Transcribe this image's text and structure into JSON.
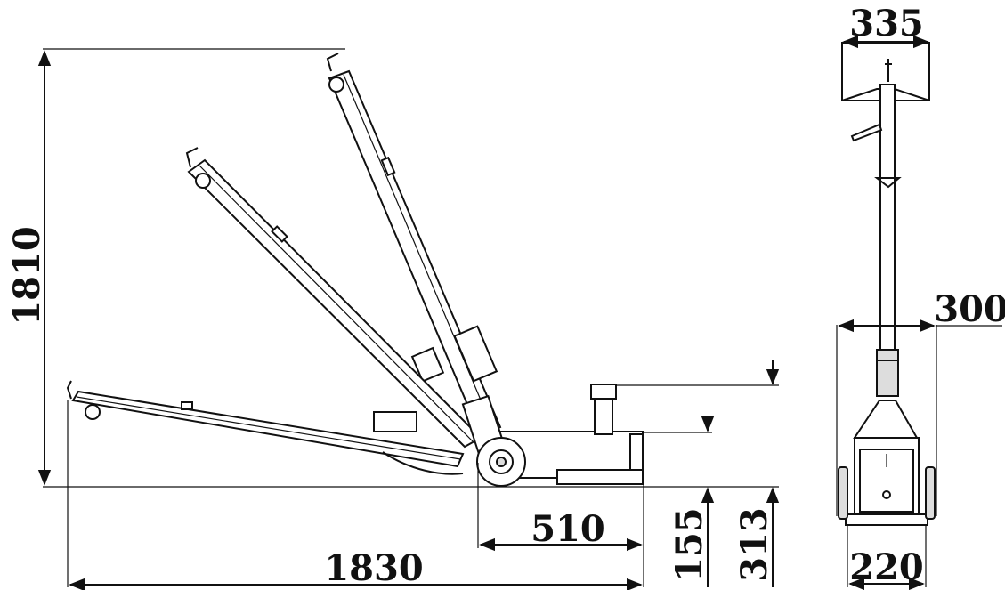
{
  "dimensions": {
    "height_total": "1810",
    "length_total": "1830",
    "wheel_to_front": "510",
    "min_height": "155",
    "max_height": "313",
    "saddle_width": "335",
    "rear_width": "300",
    "front_width": "220"
  },
  "colors": {
    "ink": "#111111",
    "background": "#ffffff"
  }
}
